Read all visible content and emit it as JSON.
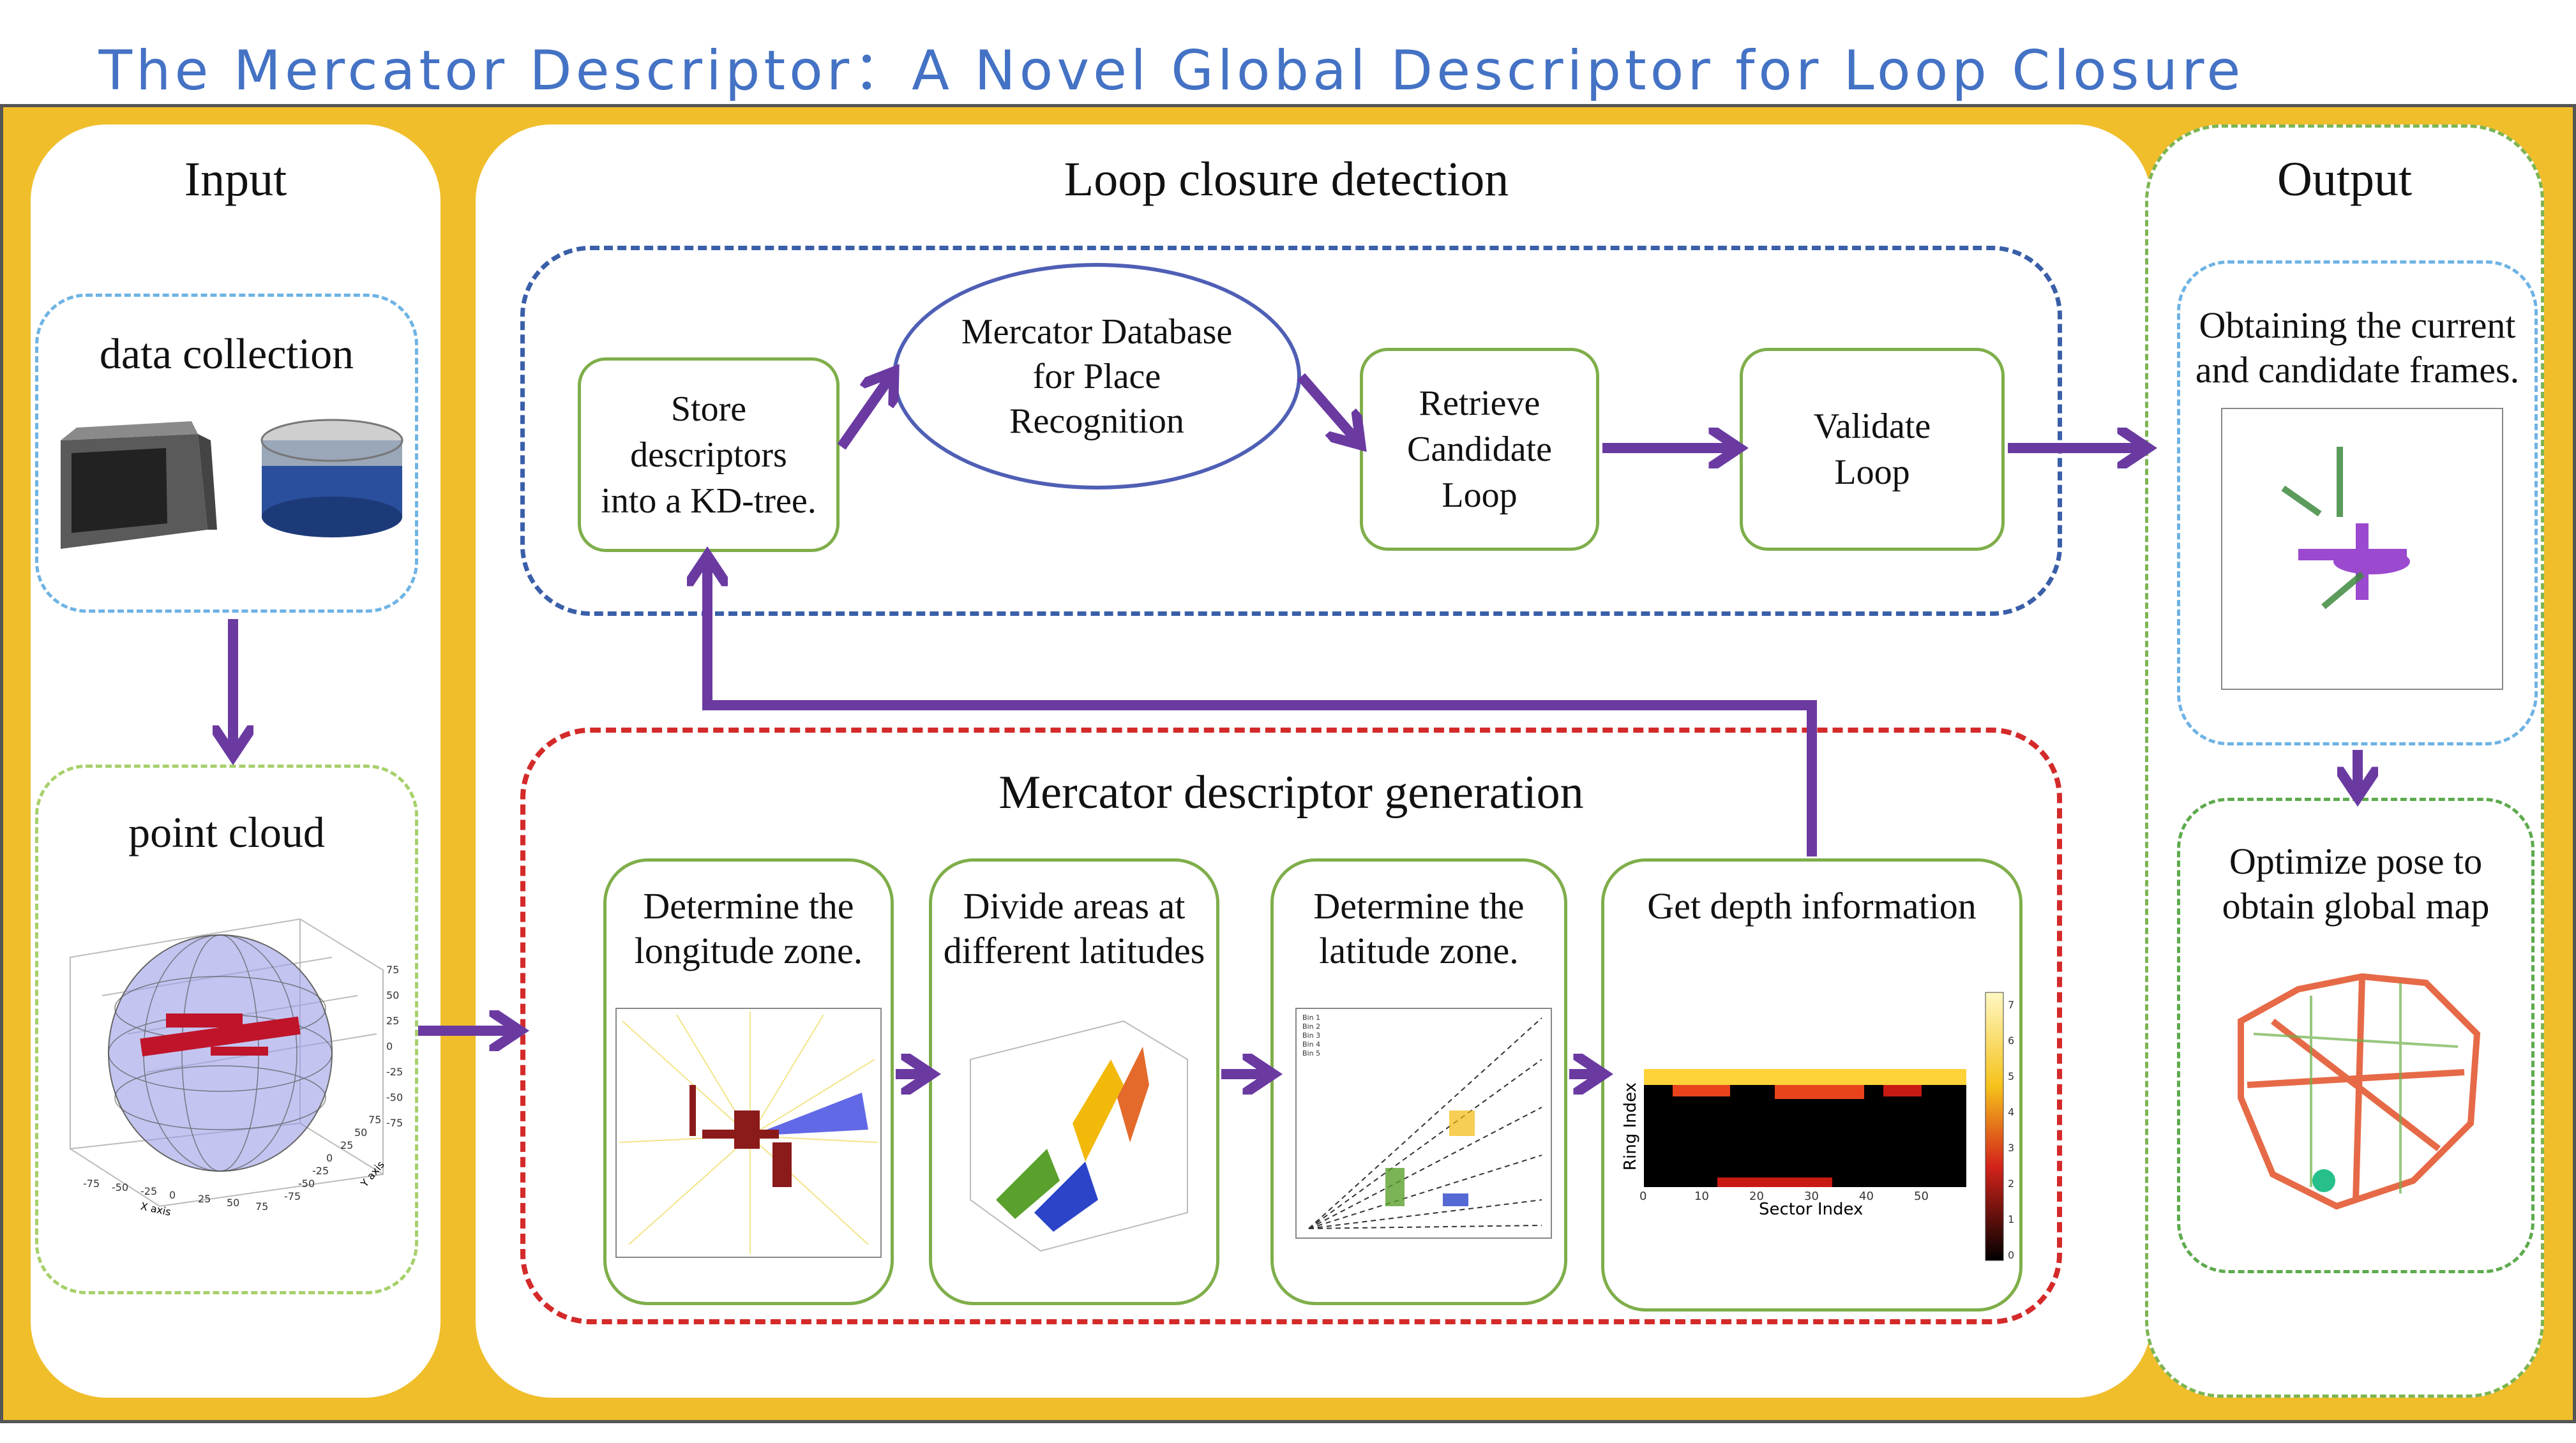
{
  "title": "The Mercator Descriptor：A Novel Global Descriptor for Loop Closure Detection",
  "input": {
    "heading": "Input",
    "data_collection": "data collection",
    "point_cloud": "point cloud",
    "sphere_axes": {
      "x_ticks": [
        "-75",
        "-50",
        "-25",
        "0",
        "25",
        "50",
        "75"
      ],
      "x_label": "X axis",
      "y_ticks": [
        "-75",
        "-50",
        "-25",
        "0",
        "25",
        "50",
        "75"
      ],
      "y_label": "Y axis",
      "z_ticks": [
        "75",
        "50",
        "25",
        "0",
        "-25",
        "-50",
        "-75"
      ]
    }
  },
  "loop": {
    "heading": "Loop closure detection",
    "store": "Store descriptors into a KD-tree.",
    "database": "Mercator Database for Place Recognition",
    "retrieve": "Retrieve Candidate Loop",
    "validate": "Validate Loop"
  },
  "generation": {
    "heading": "Mercator descriptor generation",
    "step1": "Determine the longitude zone.",
    "step2": "Divide areas at different latitudes",
    "step3": "Determine the latitude zone.",
    "step4": "Get depth information",
    "heatmap": {
      "ylabel": "Ring Index",
      "xlabel": "Sector Index",
      "x_ticks": [
        "0",
        "10",
        "20",
        "30",
        "40",
        "50"
      ],
      "colorbar_ticks": [
        "7",
        "6",
        "5",
        "4",
        "3",
        "2",
        "1",
        "0"
      ]
    },
    "bins_legend": [
      "Bin 1",
      "Bin 2",
      "Bin 3",
      "Bin 4",
      "Bin 5"
    ]
  },
  "output": {
    "heading": "Output",
    "current_frames": "Obtaining the current and candidate frames.",
    "optimize": "Optimize pose to obtain global map"
  },
  "colors": {
    "title_blue": "#4472C4",
    "frame_yellow": "#F0BE2B",
    "arrow_purple": "#6A3AA1",
    "box_green": "#7FAE4A",
    "loop_blue": "#3A5FA8",
    "gen_red": "#D42A2A"
  }
}
